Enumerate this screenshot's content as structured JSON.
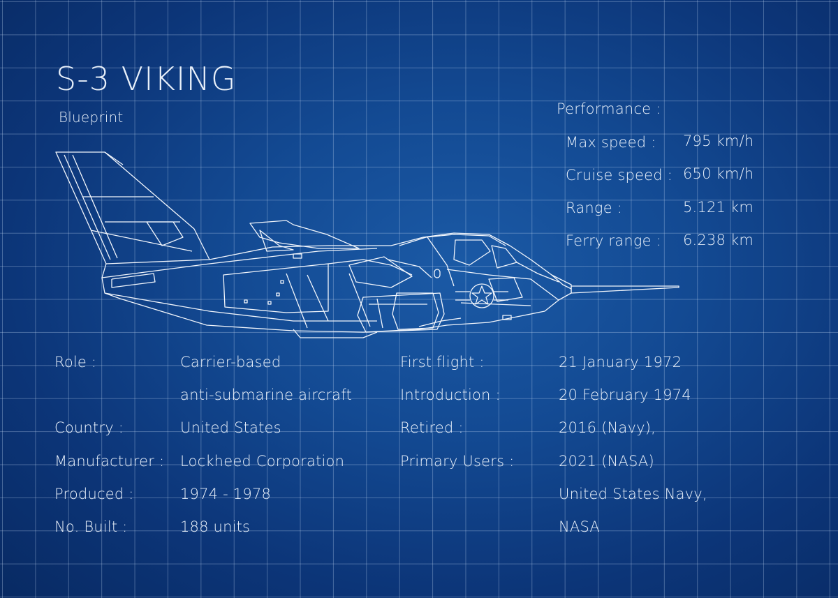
{
  "title": "S-3 VIKING",
  "subtitle": "Blueprint",
  "performance": {
    "heading": "Performance :",
    "rows": [
      {
        "label": "Max speed :",
        "value": "795 km/h"
      },
      {
        "label": "Cruise speed :",
        "value": "650 km/h"
      },
      {
        "label": "Range :",
        "value": "5.121 km"
      },
      {
        "label": "Ferry range :",
        "value": "6.238 km"
      }
    ]
  },
  "specs_left": [
    {
      "label": "Role :",
      "value": "Carrier-based"
    },
    {
      "label": "",
      "value": "anti-submarine aircraft"
    },
    {
      "label": "Country :",
      "value": "United States"
    },
    {
      "label": "Manufacturer :",
      "value": "Lockheed Corporation"
    },
    {
      "label": "Produced :",
      "value": "1974 - 1978"
    },
    {
      "label": "No. Built :",
      "value": "188 units"
    }
  ],
  "specs_right": [
    {
      "label": "First flight :",
      "value": "21 January 1972"
    },
    {
      "label": "Introduction :",
      "value": "20 February 1974"
    },
    {
      "label": "Retired :",
      "value": "2016 (Navy),"
    },
    {
      "label": "Primary Users :",
      "value": "2021 (NASA)"
    },
    {
      "label": "",
      "value": "United States Navy,"
    },
    {
      "label": "",
      "value": "NASA"
    }
  ],
  "icons": {
    "aircraft": "aircraft-side-view-icon",
    "insignia": "roundel-star-icon"
  },
  "colors": {
    "background": "#134a93",
    "grid": "#c8dcf5",
    "lines": "#f2f6fc"
  }
}
